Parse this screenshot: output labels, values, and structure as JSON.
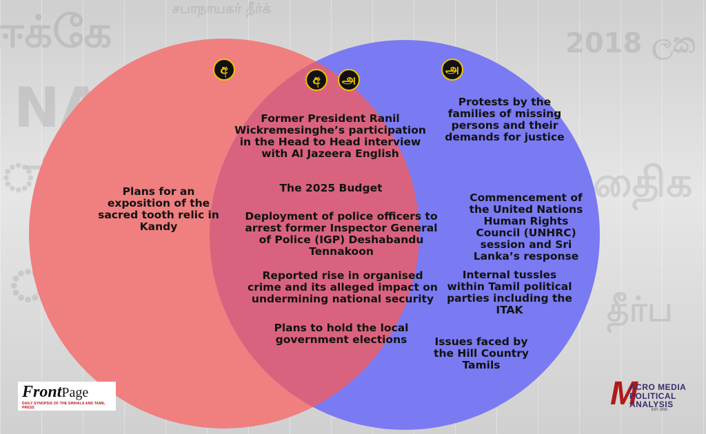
{
  "venn": {
    "left_color": "#f07f7f",
    "right_color": "#7a7af2",
    "overlap_color": "#d9637e"
  },
  "badges": {
    "left": "අ",
    "mid_left": "අ",
    "mid_right": "அ",
    "right": "அ"
  },
  "left_only": [
    "Plans for an exposition of the sacred tooth relic in Kandy"
  ],
  "both": [
    "Former President Ranil Wickremesinghe’s participation in the Head to Head interview with Al Jazeera English",
    "The 2025 Budget",
    "Deployment of police officers to arrest former Inspector General of Police (IGP) Deshabandu Tennakoon",
    "Reported rise in organised crime and its alleged impact on undermining national security",
    "Plans to hold the local government elections"
  ],
  "right_only": [
    "Protests by the families of missing persons and their demands for justice",
    "Commencement of the United Nations Human Rights Council (UNHRC) session and Sri Lanka’s response",
    "Internal tussles within Tamil political parties including the ITAK",
    "Issues faced by the Hill Country Tamils"
  ],
  "logos": {
    "frontpage": {
      "word1": "Front",
      "word2": "Page",
      "tagline": "DAILY SYNOPSIS OF THE SINHALA AND TAMIL PRESS"
    },
    "acromedia": {
      "line1": "ACRO MEDIA",
      "line2": "POLITICAL",
      "line3": "ANALYSIS",
      "est": "EST. 2016"
    }
  }
}
